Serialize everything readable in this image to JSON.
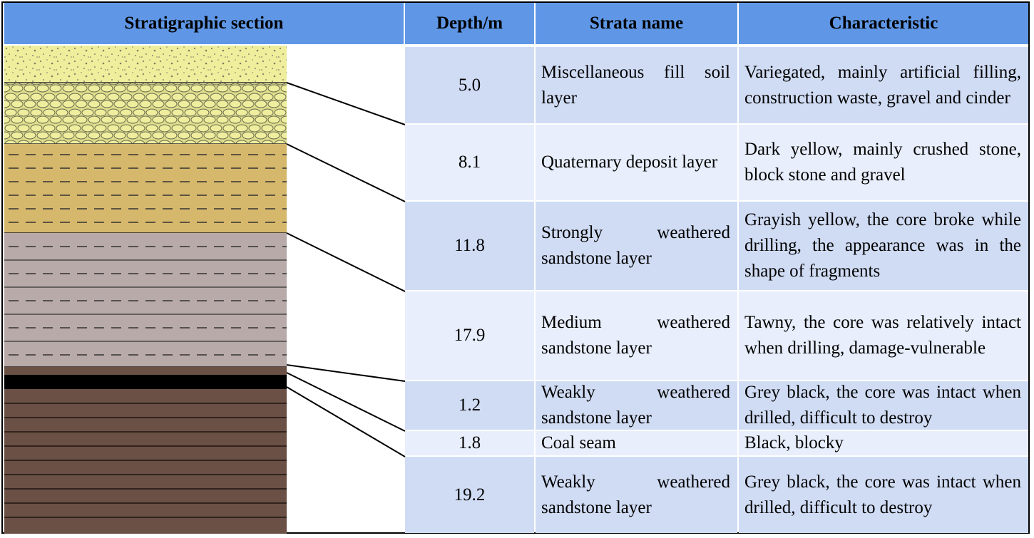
{
  "header": {
    "stratigraphic_section": "Stratigraphic section",
    "depth": "Depth/m",
    "strata_name": "Strata name",
    "characteristic": "Characteristic"
  },
  "rows": [
    {
      "depth": "5.0",
      "name": "Miscellaneous fill soil layer",
      "characteristic": "Variegated, mainly artificial filling, construction waste, gravel and cinder",
      "shade": "#d0dcf4"
    },
    {
      "depth": "8.1",
      "name": "Quaternary deposit layer",
      "characteristic": "Dark yellow, mainly crushed stone, block stone and gravel",
      "shade": "#e8eefb"
    },
    {
      "depth": "11.8",
      "name": "Strongly weathered sandstone layer",
      "characteristic": "Grayish yellow, the core broke while drilling, the appearance was in the shape of fragments",
      "shade": "#d0dcf4"
    },
    {
      "depth": "17.9",
      "name": "Medium weathered sandstone layer",
      "characteristic": "Tawny, the core was relatively intact when drilling, damage-vulnerable",
      "shade": "#e8eefb"
    },
    {
      "depth": "1.2",
      "name": "Weakly weathered sandstone layer",
      "characteristic": "Grey black, the core was intact when drilled, difficult to destroy",
      "shade": "#d0dcf4"
    },
    {
      "depth": "1.8",
      "name": "Coal seam",
      "characteristic": "Black, blocky",
      "shade": "#e8eefb"
    },
    {
      "depth": "19.2",
      "name": "Weakly weathered sandstone layer",
      "characteristic": "Grey black, the core was intact when drilled, difficult to destroy",
      "shade": "#d0dcf4"
    }
  ],
  "colors": {
    "header_bg": "#5f97e6",
    "row_dark": "#d0dcf4",
    "row_light": "#e8eefb",
    "fill_soil": "#eeee9c",
    "quaternary": "#dede8c",
    "strong_weathered": "#d6b86c",
    "medium_weathered": "#b8aaa9",
    "weak_weathered": "#6b5045",
    "coal": "#000000"
  },
  "strata_patterns": [
    {
      "layer": "fill-soil",
      "pattern": "speckled"
    },
    {
      "layer": "quaternary",
      "pattern": "gravel-ovals"
    },
    {
      "layer": "strong-weathered",
      "pattern": "dashed-lines"
    },
    {
      "layer": "medium-weathered",
      "pattern": "alternating-solid-dashed"
    },
    {
      "layer": "weak-weathered-upper",
      "pattern": "solid-lines"
    },
    {
      "layer": "coal",
      "pattern": "solid-black"
    },
    {
      "layer": "weak-weathered-lower",
      "pattern": "solid-lines"
    }
  ]
}
